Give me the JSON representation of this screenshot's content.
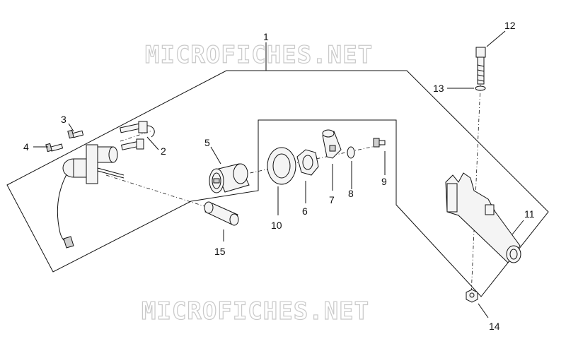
{
  "watermark": {
    "top": "MICROFICHES.NET",
    "bottom": "MICROFICHES.NET"
  },
  "callouts": [
    "1",
    "2",
    "3",
    "4",
    "5",
    "6",
    "7",
    "8",
    "9",
    "10",
    "11",
    "12",
    "13",
    "14",
    "15"
  ]
}
